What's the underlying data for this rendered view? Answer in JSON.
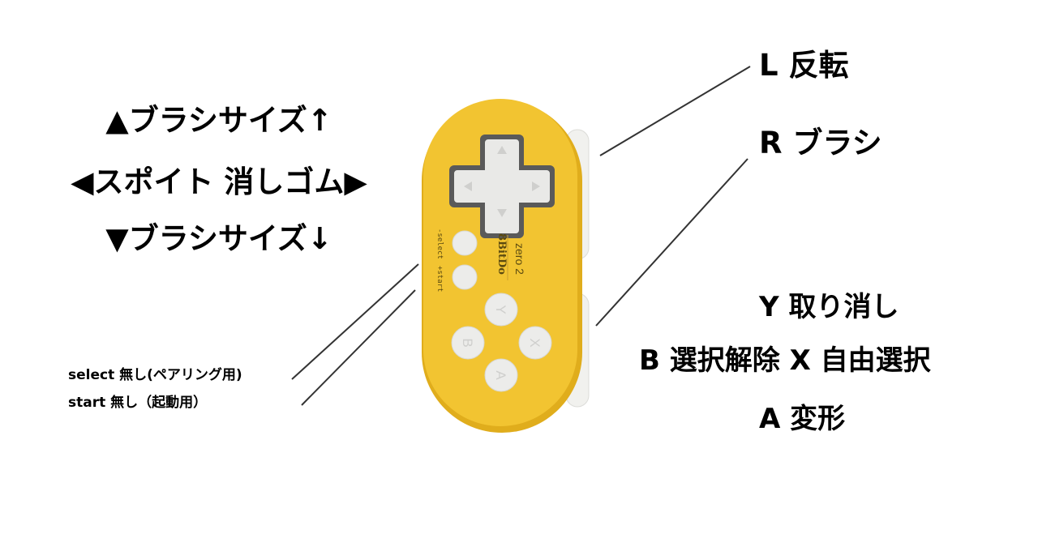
{
  "labels": {
    "l_button": "L 反転",
    "r_button": "R ブラシ",
    "dpad_up": "▲ブラシサイズ↑",
    "dpad_left_right": "◀スポイト  消しゴム▶",
    "dpad_down": "▼ブラシサイズ↓",
    "y_button": "Y 取り消し",
    "b_x_buttons": "B 選択解除   X 自由選択",
    "a_button": "A 変形",
    "select": "select 無し(ペアリング用)",
    "start": "start 無し（起動用）"
  },
  "controller": {
    "brand": "8BitDo",
    "model": "zero 2",
    "select_mark": "-select",
    "start_mark": "+start",
    "face_buttons": [
      "Y",
      "X",
      "B",
      "A"
    ],
    "colors": {
      "body": "#f2c431",
      "body_shadow": "#e0ad1c",
      "button": "#ececea",
      "button_letter": "#cfcfcd",
      "bumper": "#f1f1ee"
    }
  }
}
